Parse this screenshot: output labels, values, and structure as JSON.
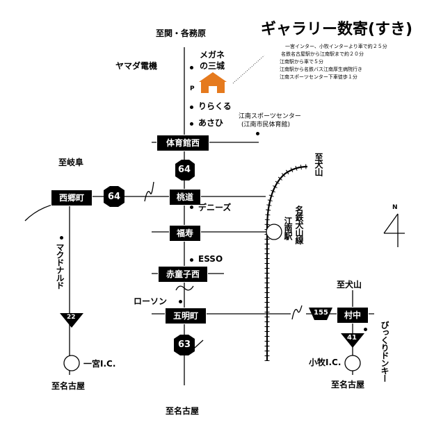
{
  "title": "ギャラリー数寄(すき)",
  "notes": [
    "一宮インター、小牧インターより車で約２５分",
    "名鉄名古屋駅から江南駅まで約２０分",
    "江南駅から車で５分",
    "江南駅から名鉄バス江南厚生病院行き",
    "江南スポーツセンター下車徒歩１分"
  ],
  "destinations": {
    "north": "至関・各務原",
    "gifu": "至岐阜",
    "inuyama_rail": "至犬山",
    "inuyama_road": "至犬山",
    "south": "至名古屋",
    "sw": "至名古屋",
    "se": "至名古屋"
  },
  "intersections": {
    "taiikukannishi": "体育館西",
    "kiribora": "桃道",
    "fukutoshi": "福寿",
    "akadojinishi": "赤童子西",
    "gomeicho": "五明町",
    "saigocho": "西郷町",
    "murnaka": "村中"
  },
  "routes": {
    "r64_north": "64",
    "r64_west": "64",
    "r63": "63",
    "r22": "22",
    "r155": "155",
    "r41": "41"
  },
  "landmarks": {
    "yamada": "ヤマダ電機",
    "megane": "メガネの三城",
    "parking": "P",
    "rirakuru": "りらくる",
    "asahi": "あさひ",
    "sports_center": "江南スポーツセンター",
    "sports_center_sub": "(江南市民体育館)",
    "dennys": "デニーズ",
    "esso": "ESSO",
    "lawson": "ローソン",
    "mcdonalds": "マクドナルド",
    "ichinomiya_ic": "一宮I.C.",
    "komaki_ic": "小牧I.C.",
    "bikkuri": "びっくりドンキー",
    "railway": "名鉄犬山線",
    "station": "江南駅",
    "north_mark": "N"
  },
  "colors": {
    "building": "#e57a1e",
    "ink": "#000000"
  }
}
